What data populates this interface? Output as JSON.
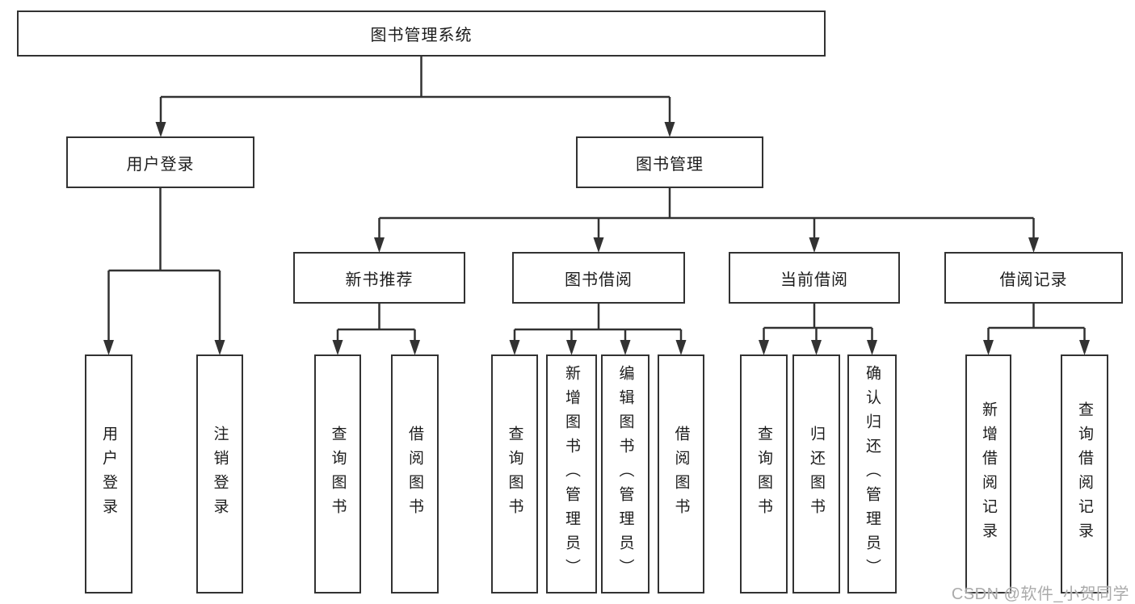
{
  "diagram_title": "图书管理系统",
  "colors": {
    "line": "#323232",
    "box_border": "#323232",
    "box_fill": "#ffffff",
    "text": "#1c1c1c",
    "watermark": "#ababab",
    "background": "#ffffff"
  },
  "tree": {
    "root": {
      "label": "图书管理系统"
    },
    "branches": [
      {
        "label": "用户登录",
        "children": [
          {
            "label": "用户登录"
          },
          {
            "label": "注销登录"
          }
        ]
      },
      {
        "label": "图书管理",
        "children": [
          {
            "label": "新书推荐",
            "children": [
              {
                "label": "查询图书"
              },
              {
                "label": "借阅图书"
              }
            ]
          },
          {
            "label": "图书借阅",
            "children": [
              {
                "label": "查询图书"
              },
              {
                "label": "新增图书（管理员）"
              },
              {
                "label": "编辑图书（管理员）"
              },
              {
                "label": "借阅图书"
              }
            ]
          },
          {
            "label": "当前借阅",
            "children": [
              {
                "label": "查询图书"
              },
              {
                "label": "归还图书"
              },
              {
                "label": "确认归还（管理员）"
              }
            ]
          },
          {
            "label": "借阅记录",
            "children": [
              {
                "label": "新增借阅记录"
              },
              {
                "label": "查询借阅记录"
              }
            ]
          }
        ]
      }
    ]
  },
  "watermark": {
    "text": "CSDN @软件_小贺同学"
  }
}
